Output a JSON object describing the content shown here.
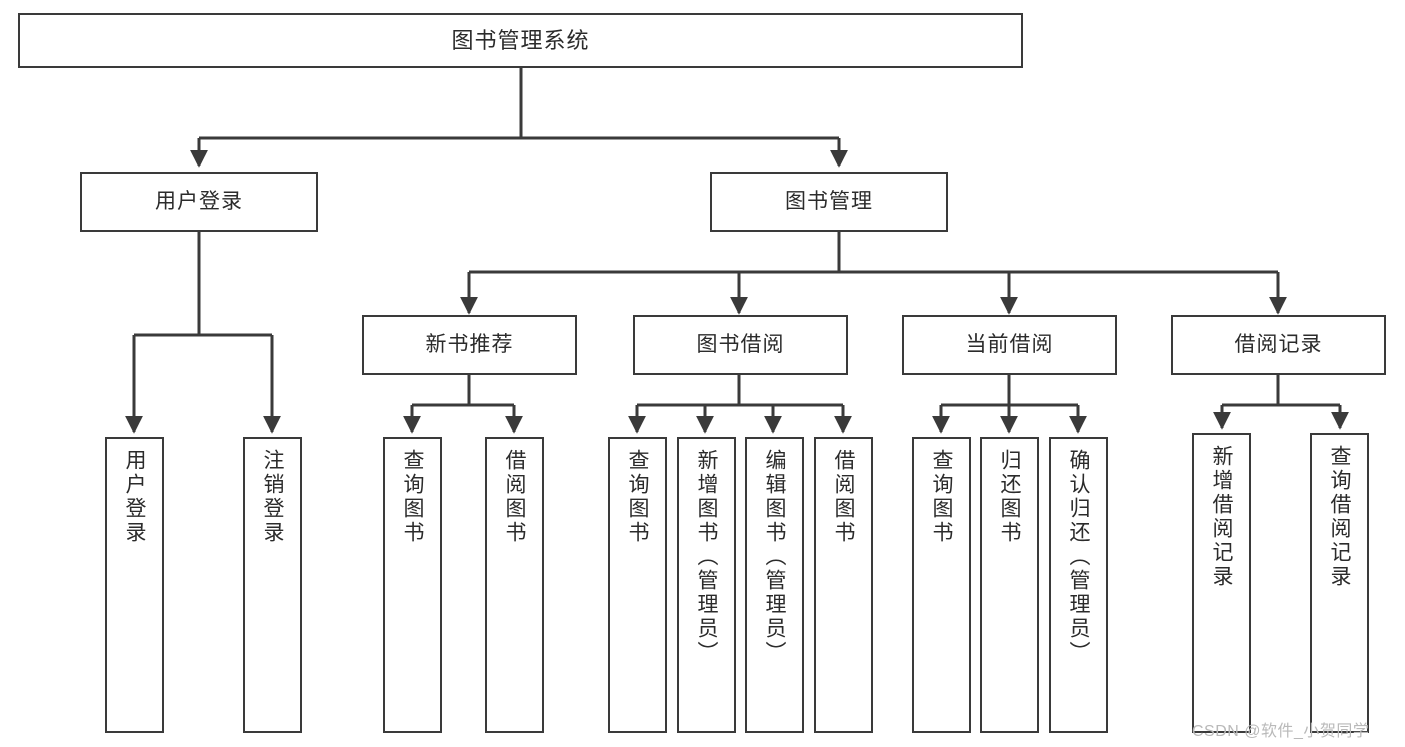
{
  "diagram": {
    "title": "图书管理系统",
    "type": "hierarchy-tree",
    "style": {
      "background": "#ffffff",
      "box_border": "#3a3a3a",
      "box_fill": "#ffffff",
      "connector": "#3a3a3a",
      "text": "#2b2b2b",
      "watermark": "#b9b9b9"
    },
    "root": {
      "label": "图书管理系统"
    },
    "level2": [
      {
        "label": "用户登录"
      },
      {
        "label": "图书管理"
      }
    ],
    "level3": [
      {
        "label": "新书推荐"
      },
      {
        "label": "图书借阅"
      },
      {
        "label": "当前借阅"
      },
      {
        "label": "借阅记录"
      }
    ],
    "leaves": {
      "user_login": [
        {
          "label": "用户登录"
        },
        {
          "label": "注销登录"
        }
      ],
      "new_book_rec": [
        {
          "label": "查询图书"
        },
        {
          "label": "借阅图书"
        }
      ],
      "book_borrow": [
        {
          "label": "查询图书"
        },
        {
          "label": "新增图书（管理员）"
        },
        {
          "label": "编辑图书（管理员）"
        },
        {
          "label": "借阅图书"
        }
      ],
      "current_borrow": [
        {
          "label": "查询图书"
        },
        {
          "label": "归还图书"
        },
        {
          "label": "确认归还（管理员）"
        }
      ],
      "borrow_record": [
        {
          "label": "新增借阅记录"
        },
        {
          "label": "查询借阅记录"
        }
      ]
    }
  },
  "watermark": {
    "text": "CSDN @软件_小贺同学"
  }
}
